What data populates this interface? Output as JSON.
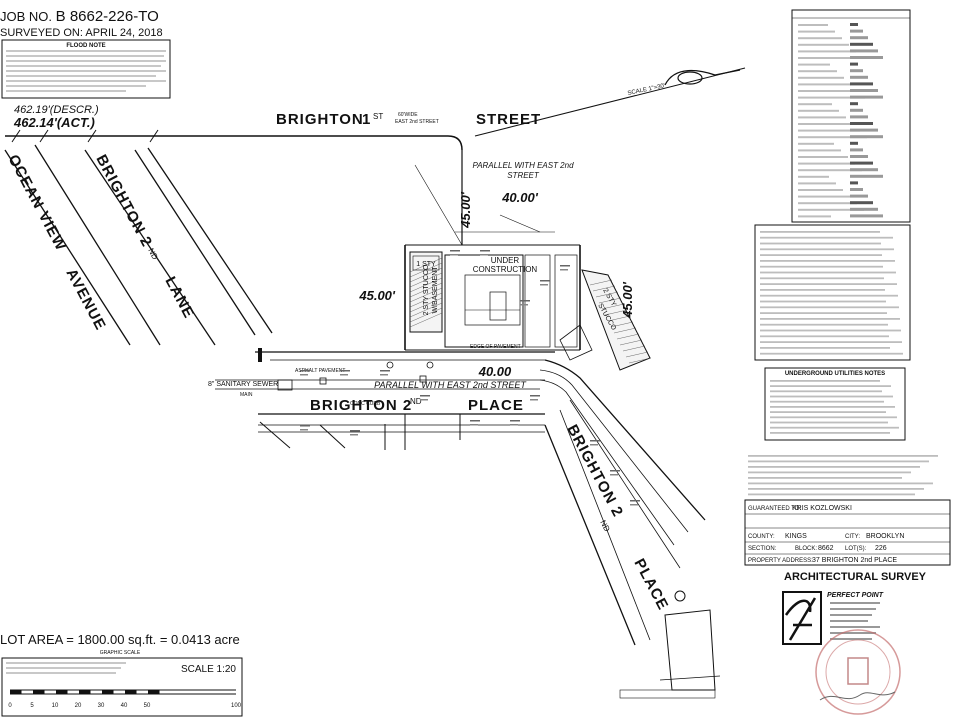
{
  "header": {
    "job_label": "JOB NO.",
    "job_number": "B 8662-226-TO",
    "surveyed_on": "SURVEYED ON: APRIL 24, 2018"
  },
  "flood_notes": {
    "title": "FLOOD NOTE"
  },
  "distances": {
    "descr": "462.19'(DESCR.)",
    "act": "462.14'(ACT.)",
    "front_top": "40.00'",
    "front_bottom": "40.00",
    "side_left": "45.00'",
    "side_right": "45.00'",
    "side_center": "45.00'"
  },
  "streets": {
    "brighton_1st": "BRIGHTON 1ST STREET",
    "brighton_1st_parts": [
      "BRIGHTON",
      "1",
      "ST",
      "STREET"
    ],
    "brighton_1st_note": [
      "60'WIDE",
      "EAST 2nd STREET"
    ],
    "ocean_view": [
      "OCEAN VIEW",
      "AVENUE"
    ],
    "brighton_2nd_lane": [
      "BRIGHTON 2",
      "ND",
      "LANE"
    ],
    "brighton_2nd_place": [
      "BRIGHTON 2",
      "ND",
      "PLACE"
    ],
    "brighton_2nd_place_diag": [
      "BRIGHTON 2",
      "ND",
      "PLACE"
    ]
  },
  "labels": {
    "parallel_top": [
      "PARALLEL WITH EAST 2nd",
      "STREET"
    ],
    "parallel_bottom": "PARALLEL WITH EAST 2nd STREET",
    "under_construction": [
      "UNDER",
      "CONSTRUCTION"
    ],
    "sty": "1 STY",
    "stucco": [
      "2 STY STUCCO",
      "W/BASEMENT"
    ],
    "frame_right": [
      "2 STY",
      "STUCCO"
    ],
    "sanitary_sewer": "8\" SANITARY SEWER",
    "main": "MAIN",
    "asphalt": "ASPHALT PAVEMENT",
    "conc_curb": "CONC CURB",
    "edge_pavement": "EDGE OF PAVEMENT",
    "scale_top": "SCALE 1\"=30'"
  },
  "utilities_notes": {
    "title": "UNDERGROUND UTILITIES NOTES"
  },
  "guaranteed": {
    "guaranteed_to_label": "GUARANTEED TO:",
    "guaranteed_to": "KRIS KOZLOWSKI",
    "county_label": "COUNTY:",
    "county": "KINGS",
    "city_label": "CITY:",
    "city": "BROOKLYN",
    "section_label": "SECTION:",
    "block_label": "BLOCK:",
    "block": "8662",
    "lot_label": "LOT(S):",
    "lot": "226",
    "address_label": "PROPERTY ADDRESS:",
    "address": "37 BRIGHTON 2nd PLACE"
  },
  "footer": {
    "architectural_survey": "ARCHITECTURAL SURVEY",
    "firm": "PERFECT POINT",
    "lot_area": "LOT AREA = 1800.00 sq.ft. = 0.0413 acre",
    "scale": "SCALE 1:20",
    "graphic_scale": "GRAPHIC SCALE",
    "scale_ticks": [
      "0",
      "5",
      "10",
      "20",
      "30",
      "40",
      "50",
      "100"
    ]
  }
}
